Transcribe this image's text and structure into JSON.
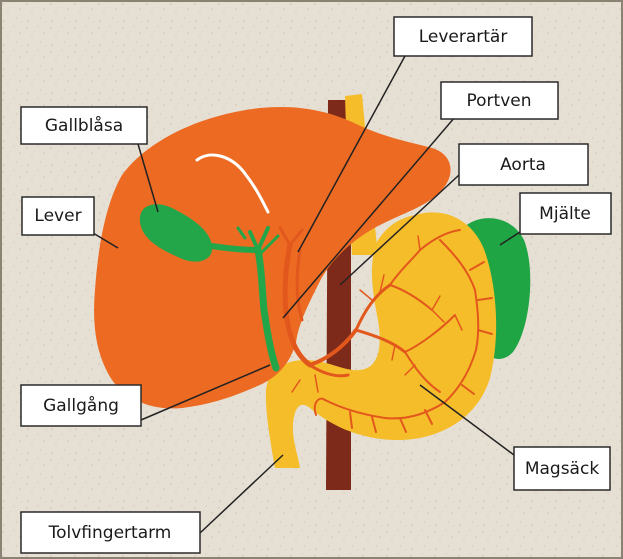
{
  "labels": {
    "leverartar": "Leverartär",
    "gallblasa": "Gallblåsa",
    "portven": "Portven",
    "aorta": "Aorta",
    "lever": "Lever",
    "mjalte": "Mjälte",
    "gallgang": "Gallgång",
    "magsack": "Magsäck",
    "tolvfingertarm": "Tolvfingertarm"
  },
  "colors": {
    "background": "#e6dfd4",
    "background_speckle": "#d3cbbd",
    "border": "#8a8273",
    "liver": "#ec6a22",
    "stomach": "#f6bd2a",
    "gallbladder": "#23a64a",
    "spleen": "#1fa544",
    "aorta": "#7e2a1a",
    "vessels": "#e2581c",
    "ducts": "#23a64a"
  }
}
